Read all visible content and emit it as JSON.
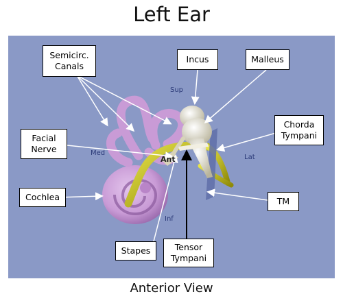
{
  "title": "Left Ear",
  "caption": "Anterior View",
  "orientation": {
    "sup": "Sup",
    "inf": "Inf",
    "med": "Med",
    "lat": "Lat",
    "ant": "Ant"
  },
  "labels": {
    "semicircular_canals": "Semicirc.\nCanals",
    "incus": "Incus",
    "malleus": "Malleus",
    "facial_nerve": "Facial\nNerve",
    "chorda_tympani": "Chorda\nTympani",
    "cochlea": "Cochlea",
    "tm": "TM",
    "stapes": "Stapes",
    "tensor_tympani": "Tensor\nTympani"
  },
  "colors": {
    "panel_background": "#8a99c6",
    "cochlea": "#c99bd6",
    "nerve": "#c7c21c",
    "ossicles": "#e6e2cc",
    "tympanic_membrane": "#5f6fa8",
    "arrow": "#ffffff"
  }
}
